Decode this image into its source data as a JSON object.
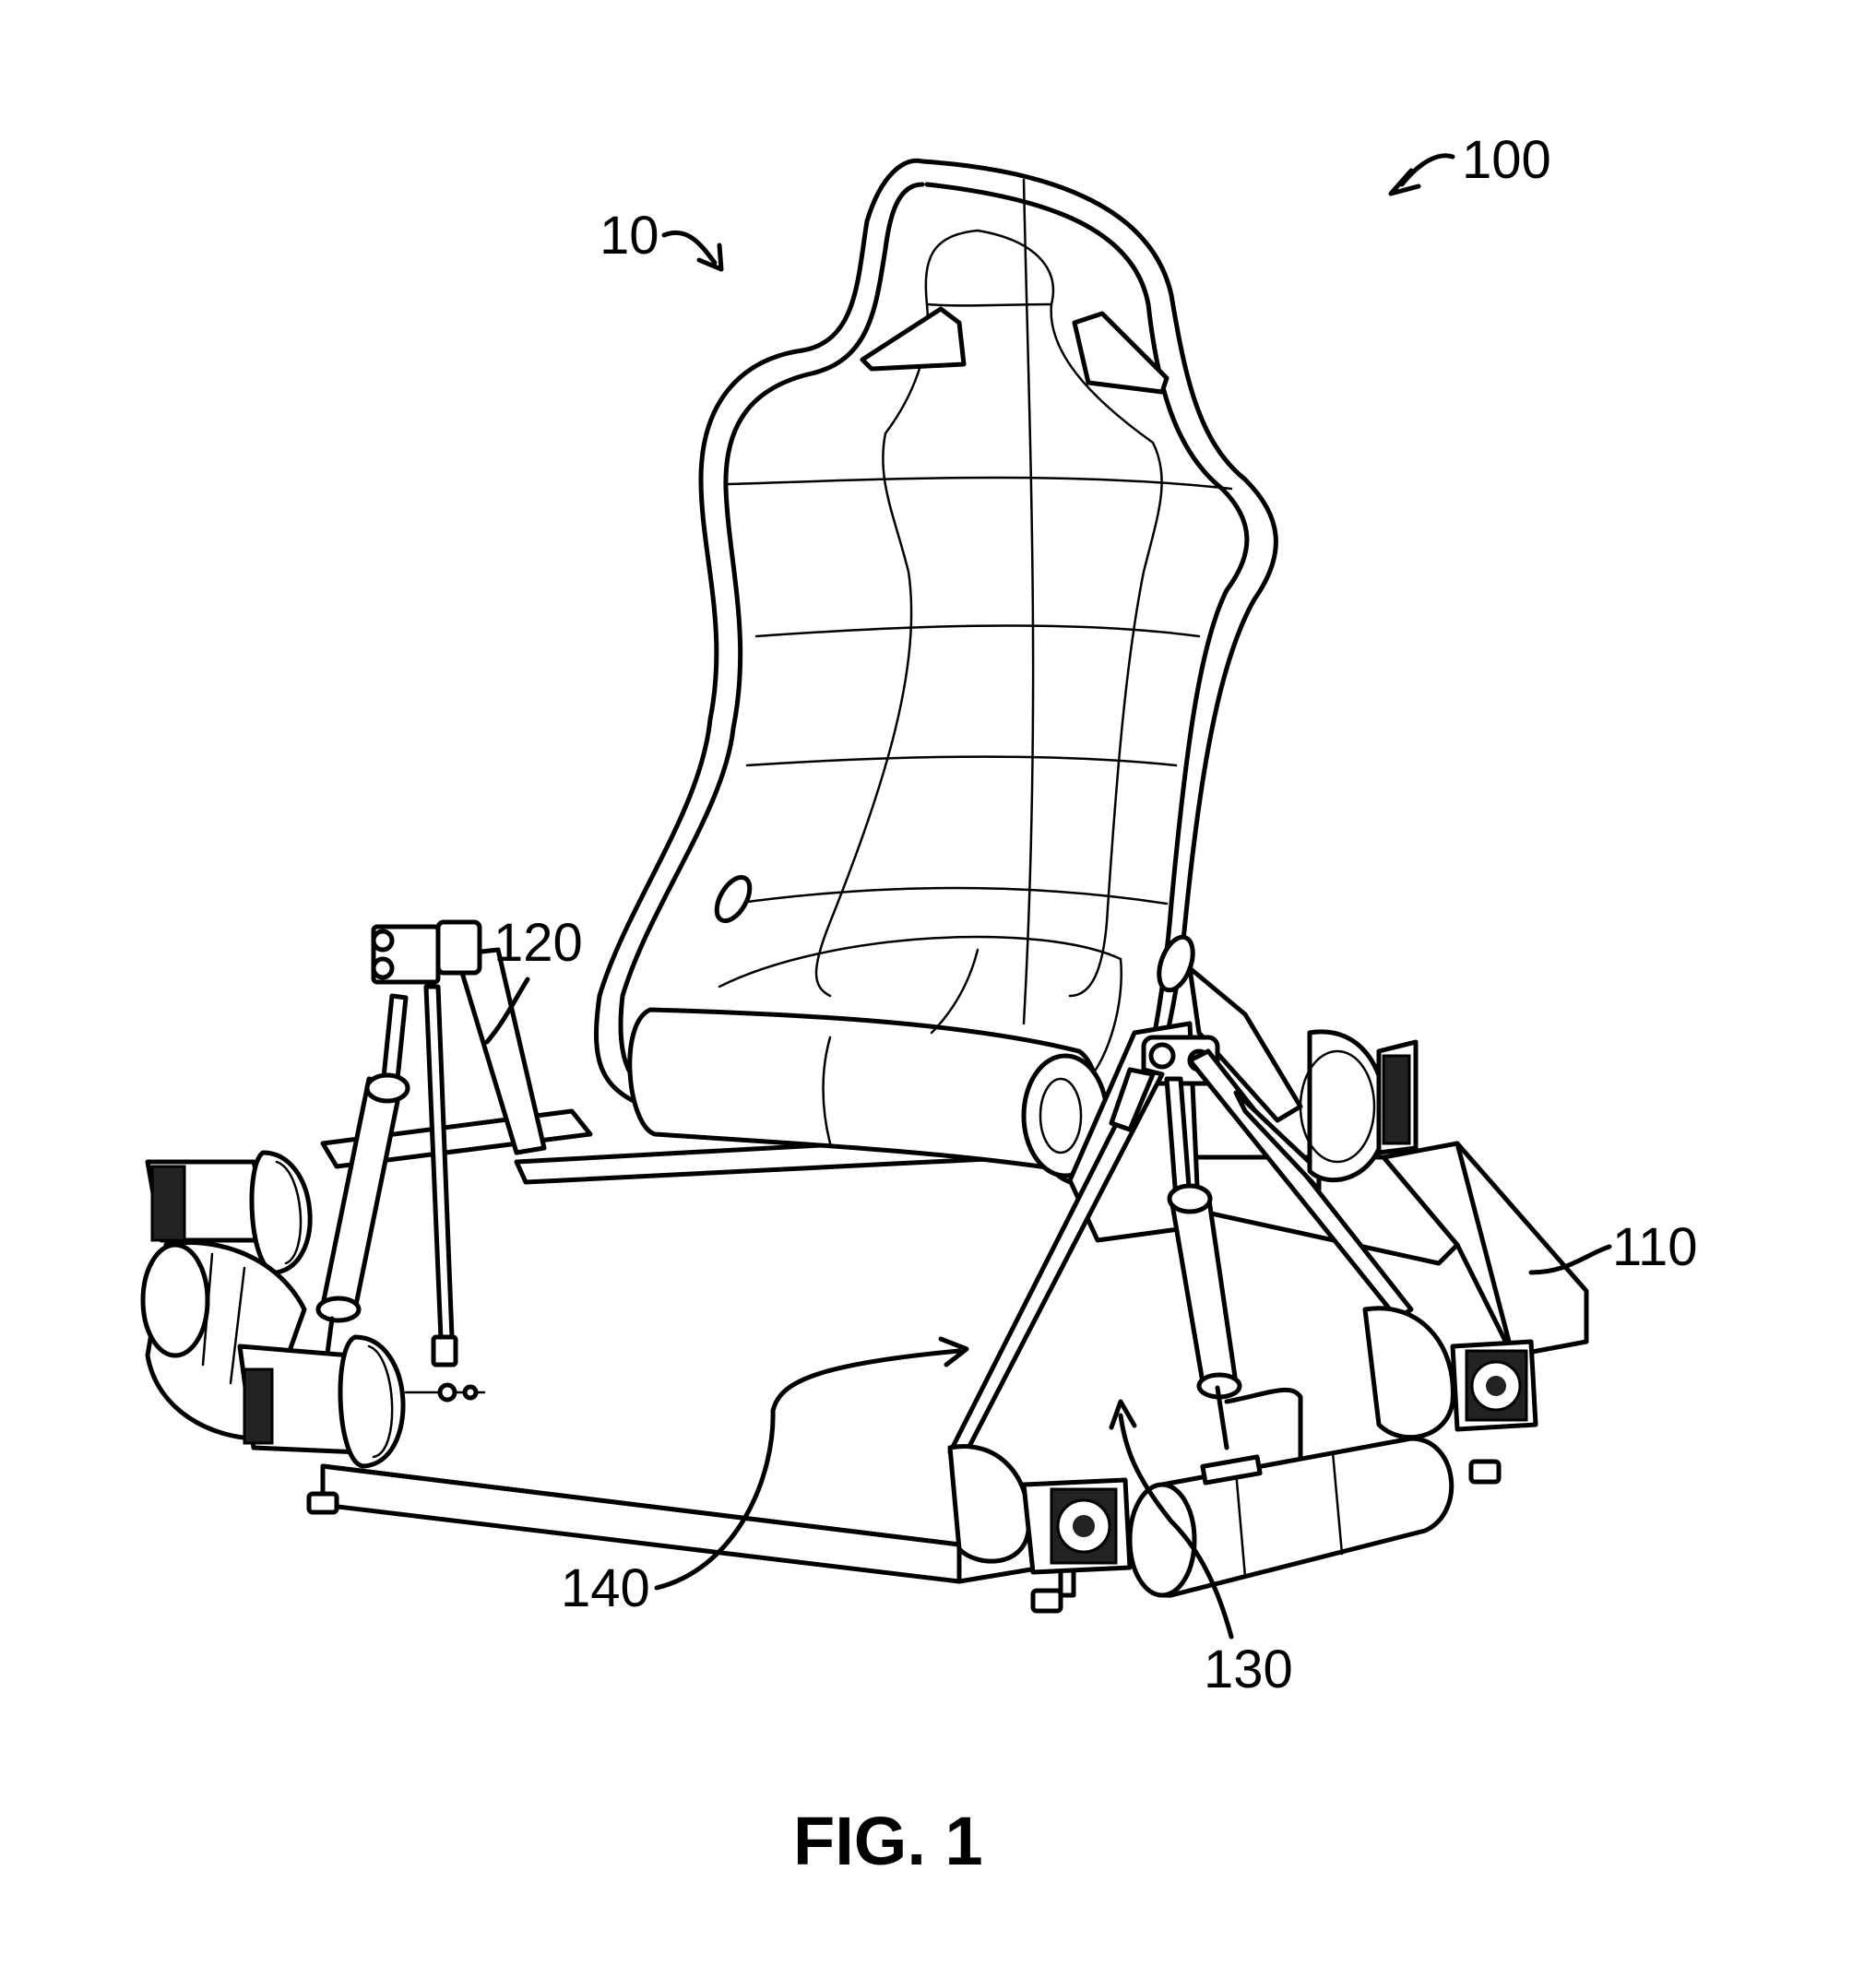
{
  "labels": {
    "assembly": "100",
    "seat": "10",
    "frame": "110",
    "front_actuator": "120",
    "right_actuator": "130",
    "center": "140"
  },
  "caption": "FIG. 1"
}
